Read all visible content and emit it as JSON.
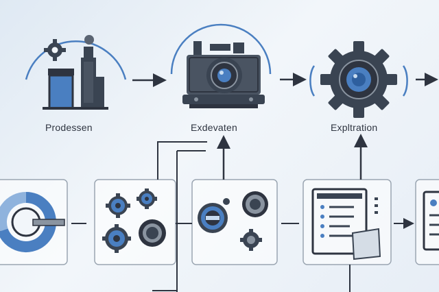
{
  "stages": [
    {
      "label": "Prodessen",
      "icon": "factory-icon"
    },
    {
      "label": "Exdevaten",
      "icon": "camera-machine-icon"
    },
    {
      "label": "Expltration",
      "icon": "gear-icon"
    }
  ],
  "modules": [
    {
      "icon": "ring-chart-icon"
    },
    {
      "icon": "gear-cluster-icon"
    },
    {
      "icon": "gear-target-icon"
    },
    {
      "icon": "checklist-document-icon"
    },
    {
      "icon": "document-icon"
    }
  ],
  "colors": {
    "accent": "#4a7fc1",
    "dark": "#3a4452",
    "line": "#2e3440",
    "light_blue": "#8fb3dd"
  }
}
